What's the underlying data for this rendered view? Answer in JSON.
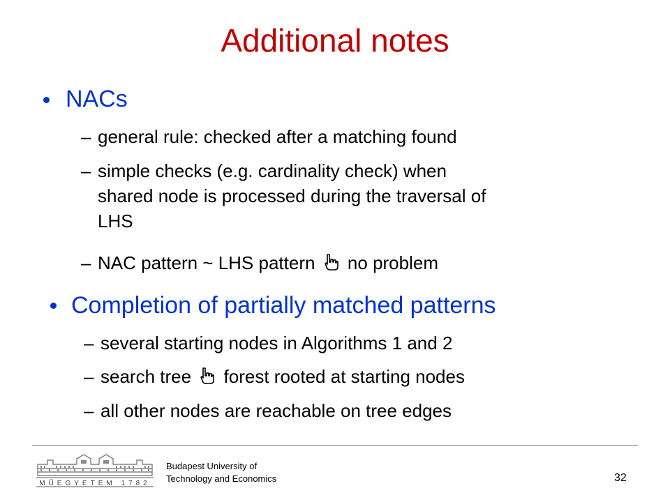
{
  "slide": {
    "title": "Additional notes",
    "sections": [
      {
        "heading": "NACs",
        "items": [
          "general rule: checked after a matching found",
          "simple checks (e.g. cardinality check) when",
          "shared node is processed during the traversal of",
          "LHS",
          "NAC pattern ~ LHS pattern",
          "no problem"
        ]
      },
      {
        "heading": "Completion of partially matched patterns",
        "items": [
          "several starting nodes in Algorithms 1 and 2",
          "search tree",
          "forest rooted at starting nodes",
          "all other nodes are reachable on tree edges"
        ]
      }
    ],
    "dash": "–",
    "arrow_icon": "pointing-hand-icon",
    "colors": {
      "title": "#c00000",
      "level1": "#0033cc",
      "text": "#000000"
    }
  },
  "footer": {
    "institution_line1": "Budapest University of",
    "institution_line2": "Technology and Economics",
    "logo_text": "MŰEGYETEM 1782",
    "page_number": "32"
  }
}
